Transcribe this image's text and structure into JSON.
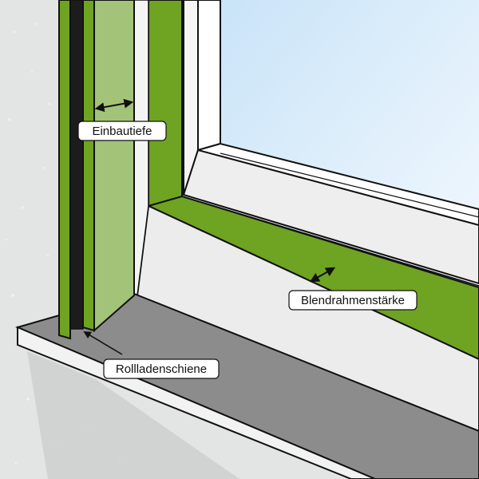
{
  "labels": {
    "depth": "Einbautiefe",
    "frame_thickness": "Blendrahmenstärke",
    "shutter_rail": "Rollladenschiene"
  },
  "colors": {
    "green": "#6fa322",
    "light_green": "#a3c478",
    "wall": "#e2e5e4",
    "reveal": "#ececec",
    "sill": "#8c8c8c",
    "sill_edge": "#f2f2f2",
    "glass": "#d4ebfb",
    "frame_white": "#ffffff",
    "rail_dark": "#1c1c1c",
    "outline": "#111111"
  }
}
